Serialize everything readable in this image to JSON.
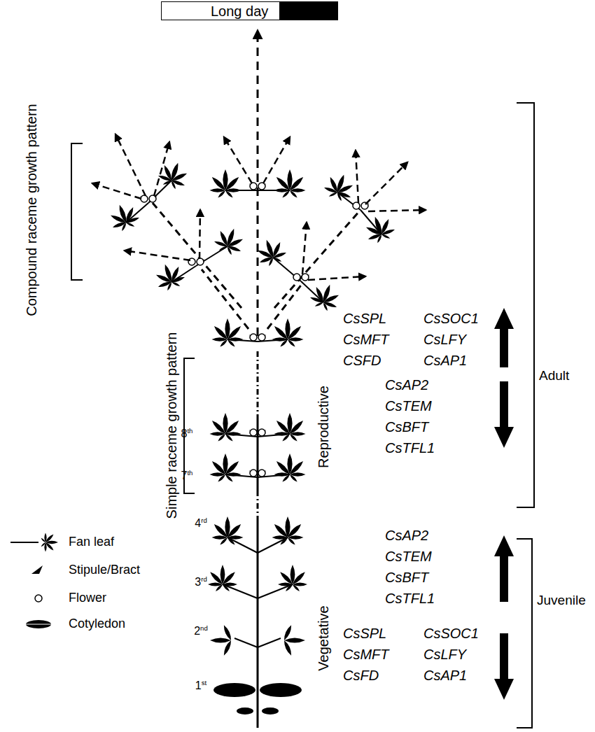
{
  "diagram": {
    "nodes": [
      {
        "text": [
          "Long day"
        ]
      }
    ],
    "labels": [
      "Compound raceme growth pattern",
      "Simple raceme growth pattern",
      "Reproductive",
      "Vegetative",
      "8th",
      "7th",
      "4rd",
      "3rd",
      "2nd",
      "1st",
      "CsSPL",
      "CsSOC1",
      "CsMFT",
      "CsLFY",
      "CSFD",
      "CsAP1",
      "CsAP2",
      "CsTEM",
      "CsBFT",
      "CsTFL1",
      "Adult",
      "CsAP2",
      "CsTEM",
      "CsBFT",
      "CsTFL1",
      "CsSPL",
      "CsSOC1",
      "CsMFT",
      "CsLFY",
      "CsFD",
      "CsAP1",
      "Juvenile"
    ],
    "legend": [
      {
        "text": "Fan leaf"
      },
      {
        "text": "Stipule/Bract"
      },
      {
        "text": "Flower"
      },
      {
        "text": "Cotyledon"
      }
    ]
  }
}
